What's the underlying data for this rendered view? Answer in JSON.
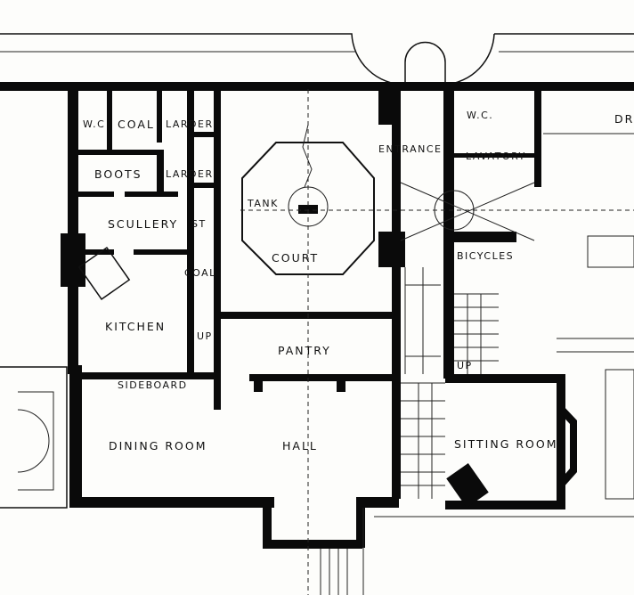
{
  "labels": {
    "wc_left": "W.C",
    "coal_top": "COAL",
    "larder_top": "LARDER",
    "boots": "BOOTS",
    "larder_mid": "LARDER",
    "scullery": "SCULLERY",
    "store": "ST",
    "coal_lower": "COAL",
    "kitchen": "KITCHEN",
    "up_kitchen": "UP",
    "sideboard": "SIDEBOARD",
    "dining_room": "DINING ROOM",
    "hall": "HALL",
    "pantry": "PANTRY",
    "tank": "TANK",
    "court": "COURT",
    "entrance": "ENTRANCE",
    "wc_right": "W.C.",
    "lavatory": "LAVATORY",
    "drawing_partial": "DR",
    "bicycles": "BICYCLES",
    "up_stair": "UP",
    "sitting_room": "SITTING ROOM"
  },
  "colors": {
    "ink": "#0a0a0a",
    "paper": "#fdfdfb"
  }
}
